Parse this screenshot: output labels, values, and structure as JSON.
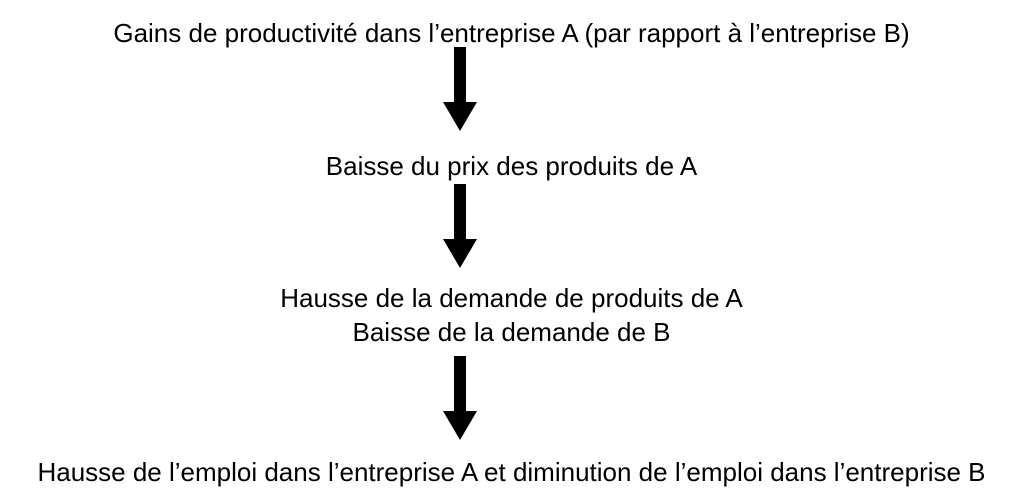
{
  "diagram": {
    "type": "flowchart",
    "orientation": "vertical",
    "title": "Gains de productivité dans l’entreprise A (par rapport à l’entreprise B)",
    "background_color": "#ffffff",
    "text_color": "#000000",
    "arrow_color": "#000000",
    "nodes": [
      {
        "id": "node-0",
        "lines": [
          "Gains de productivité dans l’entreprise A (par rapport à l’entreprise B)"
        ]
      },
      {
        "id": "node-1",
        "lines": [
          "Baisse du prix des produits de A"
        ]
      },
      {
        "id": "node-2",
        "lines": [
          "Hausse de la demande de produits de A",
          "Baisse de la demande de B"
        ]
      },
      {
        "id": "node-3",
        "lines": [
          "Hausse de l’emploi dans l’entreprise A et diminution de l’emploi dans l’entreprise B"
        ]
      }
    ],
    "connectors": [
      {
        "id": "arrow-0",
        "icon": "arrow-down-icon",
        "from": "node-0",
        "to": "node-1"
      },
      {
        "id": "arrow-1",
        "icon": "arrow-down-icon",
        "from": "node-1",
        "to": "node-2"
      },
      {
        "id": "arrow-2",
        "icon": "arrow-down-icon",
        "from": "node-2",
        "to": "node-3"
      }
    ]
  }
}
